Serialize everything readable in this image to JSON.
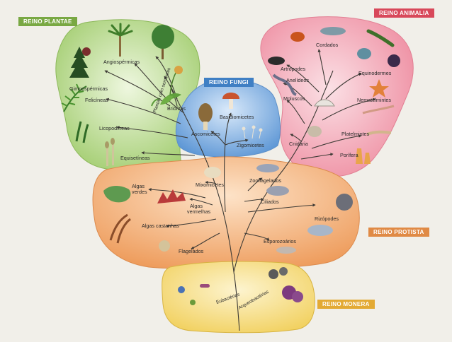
{
  "kingdoms": {
    "plantae": {
      "label": "REINO PLANTAE",
      "color": "#79a843"
    },
    "animalia": {
      "label": "REINO ANIMALIA",
      "color": "#d8485a"
    },
    "fungi": {
      "label": "REINO FUNGI",
      "color": "#3f7fc4"
    },
    "protista": {
      "label": "REINO PROTISTA",
      "color": "#e08a45"
    },
    "monera": {
      "label": "REINO MONERA",
      "color": "#e3aa34"
    }
  },
  "plantae_groups": {
    "angiospermicas": "Angiospérmicas",
    "gimnospermicas": "Gimnospérmicas",
    "plantas_com_sementes": "Plantas com sementes",
    "briofitas": "Briófitas",
    "felicineas": "Felicíneas",
    "licopodineas": "Licopodíneas",
    "equisetineas": "Equisetíneas"
  },
  "animalia_groups": {
    "cordados": "Cordados",
    "artropodes": "Artrópodes",
    "anelideos": "Anelídeos",
    "equinodermes": "Equinodermes",
    "moluscos": "Moluscos",
    "nematelmintes": "Nematelmintes",
    "cnidaria": "Cnidária",
    "platelmintes": "Platelmintes",
    "porifera": "Porífera"
  },
  "fungi_groups": {
    "basidiomicetes": "Basidiomicetes",
    "ascomicetes": "Ascomicetes",
    "zigomicetes": "Zigomicetes"
  },
  "protista_groups": {
    "algas_verdes_1": "Algas",
    "algas_verdes_2": "verdes",
    "algas_vermelhas_1": "Algas",
    "algas_vermelhas_2": "vermelhas",
    "algas_castanhas": "Algas castanhas",
    "mixomicetes": "Mixomicetes",
    "zooflagelados": "Zooflagelados",
    "ciliados": "Ciliados",
    "rizopodes": "Rizópodes",
    "esporozoarios": "Esporozoários",
    "flagelados": "Flagelados"
  },
  "monera_groups": {
    "eubacterias": "Eubactérias",
    "arqueobacterias": "Arqueobactérias"
  },
  "colors": {
    "plantae_bg": "#b6d98a",
    "animalia_bg": "#f3a7b5",
    "fungi_bg": "#7aaee3",
    "protista_bg": "#f2b27c",
    "monera_bg": "#f6dc7f",
    "branch": "#3d3a35"
  }
}
